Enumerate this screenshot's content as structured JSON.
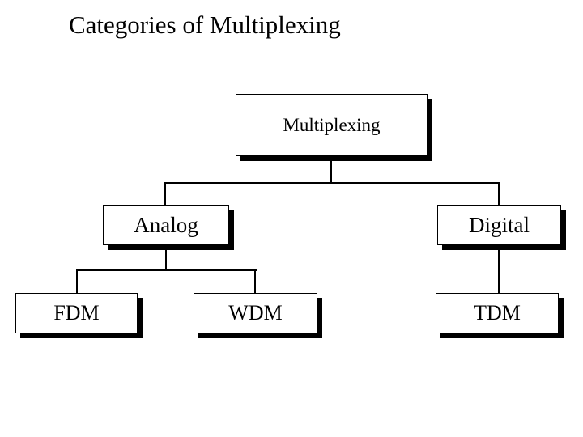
{
  "title": "Categories of Multiplexing",
  "diagram": {
    "type": "tree",
    "nodes": [
      {
        "id": "multiplexing",
        "label": "Multiplexing"
      },
      {
        "id": "analog",
        "label": "Analog"
      },
      {
        "id": "digital",
        "label": "Digital"
      },
      {
        "id": "fdm",
        "label": "FDM"
      },
      {
        "id": "wdm",
        "label": "WDM"
      },
      {
        "id": "tdm",
        "label": "TDM"
      }
    ],
    "edges": [
      {
        "from": "multiplexing",
        "to": "analog"
      },
      {
        "from": "multiplexing",
        "to": "digital"
      },
      {
        "from": "analog",
        "to": "fdm"
      },
      {
        "from": "analog",
        "to": "wdm"
      },
      {
        "from": "digital",
        "to": "tdm"
      }
    ],
    "colors": {
      "background": "#ffffff",
      "box_fill": "#ffffff",
      "box_border": "#000000",
      "box_shadow": "#000000",
      "connector": "#000000",
      "text": "#000000"
    }
  }
}
